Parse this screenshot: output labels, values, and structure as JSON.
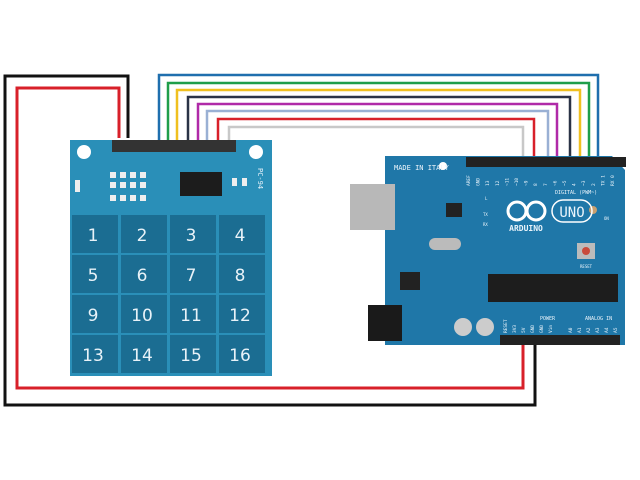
{
  "keypad": {
    "label": "PC-94",
    "keys": [
      "1",
      "2",
      "3",
      "4",
      "5",
      "6",
      "7",
      "8",
      "9",
      "10",
      "11",
      "12",
      "13",
      "14",
      "15",
      "16"
    ]
  },
  "arduino": {
    "made_in": "MADE IN ITALY",
    "brand": "ARDUINO",
    "model": "UNO",
    "digital_label": "DIGITAL (PWM~)",
    "digital_pins": [
      "AREF",
      "GND",
      "13",
      "12",
      "~11",
      "~10",
      "~9",
      "8",
      "7",
      "~6",
      "~5",
      "4",
      "~3",
      "2",
      "TX 1",
      "RX 0"
    ],
    "power_label": "POWER",
    "power_pins": [
      "RESET",
      "3V3",
      "5V",
      "GND",
      "GND",
      "Vin"
    ],
    "analog_label": "ANALOG IN",
    "analog_pins": [
      "A0",
      "A1",
      "A2",
      "A3",
      "A4",
      "A5"
    ],
    "tx": "TX",
    "rx": "RX",
    "l": "L",
    "on": "ON",
    "reset": "RESET"
  },
  "colors": {
    "board": "#1f77a8",
    "keypad": "#2a8fb8",
    "key": "#1b6d92",
    "wires": [
      "#1f6fae",
      "#1f9e4a",
      "#f0c020",
      "#2a3346",
      "#b02aa8",
      "#9ab0d4",
      "#d8202a",
      "#c8c8c8"
    ],
    "power_wire": "#d8202a",
    "ground_wire": "#111111"
  }
}
